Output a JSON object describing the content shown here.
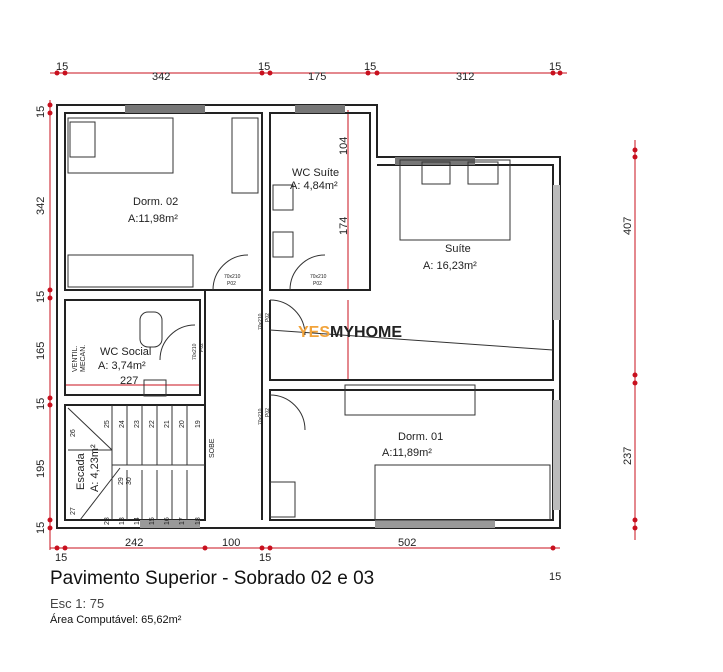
{
  "title": "Pavimento Superior - Sobrado 02 e 03",
  "scale": "Esc  1: 75",
  "computed_area": "Área Computável: 65,62m²",
  "watermark": {
    "part1": "YES",
    "part2": "MYHOME",
    "accent_color": "#f2a33a"
  },
  "dimensions": {
    "top": [
      "15",
      "342",
      "15",
      "175",
      "15",
      "312",
      "15"
    ],
    "left": [
      "15",
      "342",
      "15",
      "165",
      "15",
      "195",
      "15"
    ],
    "right": [
      "407",
      "237"
    ],
    "bottom": [
      "15",
      "242",
      "100",
      "15",
      "502",
      "15"
    ]
  },
  "rooms": {
    "dorm02": {
      "name": "Dorm. 02",
      "area": "A:11,98m²"
    },
    "wc_suite": {
      "name": "WC Suíte",
      "area": "A: 4,84m²",
      "dim1": "104",
      "dim2": "174"
    },
    "suite": {
      "name": "Suíte",
      "area": "A: 16,23m²"
    },
    "wc_social": {
      "name": "WC Social",
      "area": "A: 3,74m²",
      "dim": "227",
      "vent1": "VENTIL.",
      "vent2": "MECAN."
    },
    "stairs": {
      "name": "Escada",
      "area": "A: 4,23m²",
      "direction": "SOBE",
      "steps_top": [
        "25",
        "24",
        "23",
        "22",
        "21",
        "20",
        "19"
      ],
      "steps_bottom": [
        "28",
        "13",
        "14",
        "15",
        "16",
        "17",
        "18"
      ],
      "steps_other": [
        "26",
        "27",
        "29",
        "30"
      ]
    },
    "dorm01": {
      "name": "Dorm. 01",
      "area": "A:11,89m²"
    }
  },
  "door_tag": {
    "size": "70x210",
    "code": "P02"
  }
}
